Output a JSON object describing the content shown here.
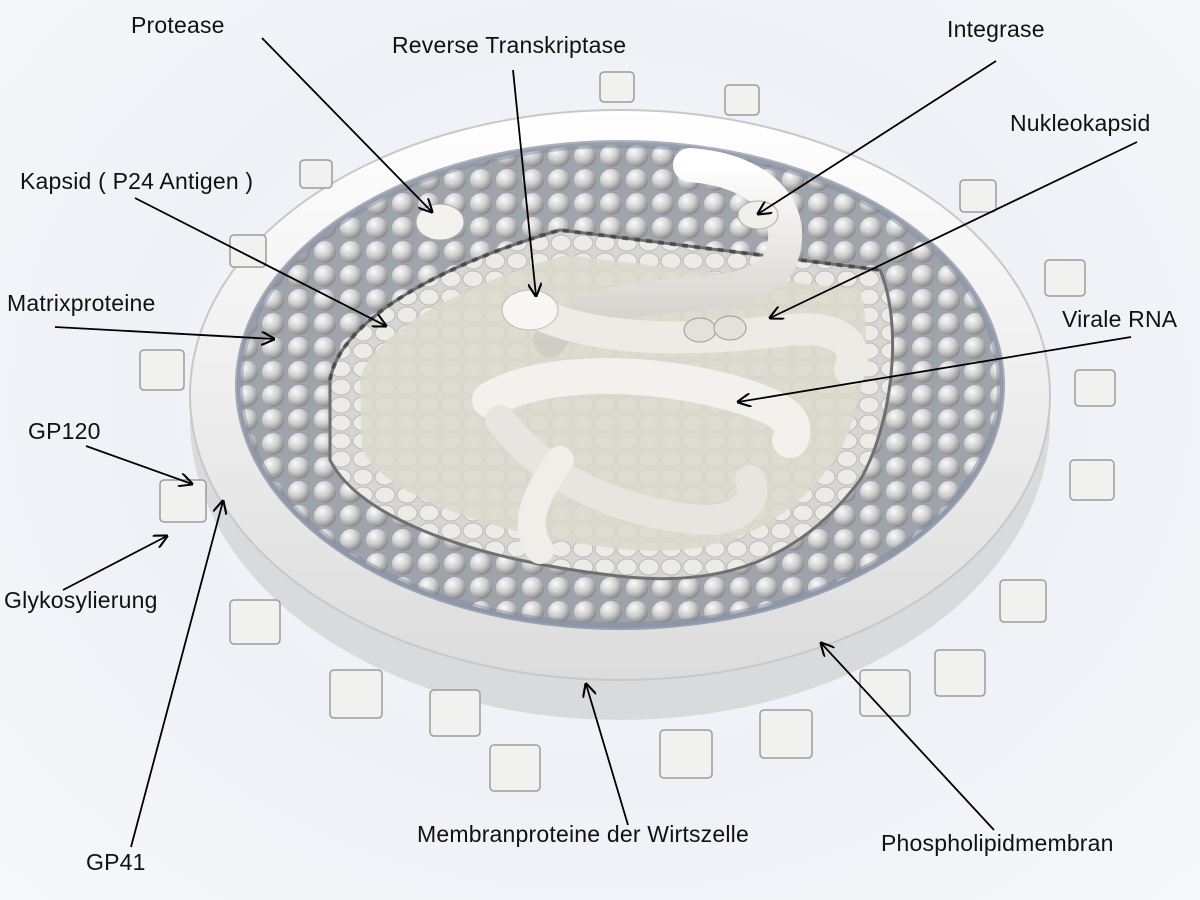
{
  "labels": {
    "protease": "Protease",
    "reverse_transkriptase": "Reverse Transkriptase",
    "integrase": "Integrase",
    "nukleokapsid": "Nukleokapsid",
    "kapsid": "Kapsid ( P24 Antigen )",
    "matrixproteine": "Matrixproteine",
    "virale_rna": "Virale RNA",
    "gp120": "GP120",
    "glykosylierung": "Glykosylierung",
    "gp41": "GP41",
    "membranproteine": "Membranproteine der Wirtszelle",
    "phospholipidmembran": "Phospholipidmembran"
  },
  "colors": {
    "background": "#eef1f6",
    "membrane": "#f3f3f1",
    "matrix_sphere": "#c9c9c9",
    "capsid": "#e8e6e0",
    "shadow_blue": "#8fa3c4",
    "arrow": "#000000",
    "text": "#111111"
  }
}
